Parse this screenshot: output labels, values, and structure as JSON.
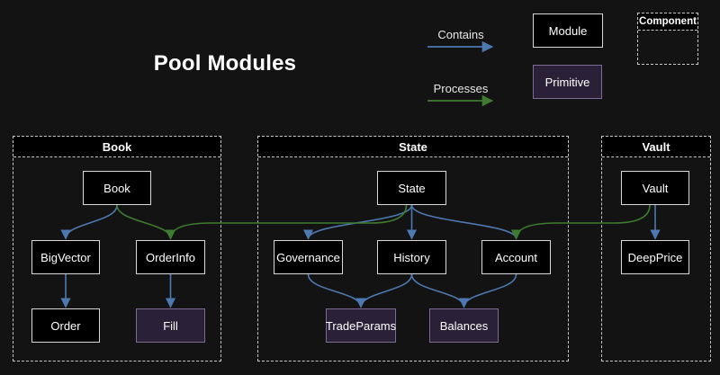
{
  "title": "Pool Modules",
  "legend": {
    "contains_label": "Contains",
    "processes_label": "Processes",
    "module_label": "Module",
    "primitive_label": "Primitive",
    "component_label": "Component"
  },
  "clusters": [
    {
      "title": "Book",
      "nodes": [
        {
          "id": "book",
          "label": "Book",
          "type": "module"
        },
        {
          "id": "big_vector",
          "label": "BigVector",
          "type": "module"
        },
        {
          "id": "order_info",
          "label": "OrderInfo",
          "type": "module"
        },
        {
          "id": "order",
          "label": "Order",
          "type": "module"
        },
        {
          "id": "fill",
          "label": "Fill",
          "type": "primitive"
        }
      ]
    },
    {
      "title": "State",
      "nodes": [
        {
          "id": "state",
          "label": "State",
          "type": "module"
        },
        {
          "id": "governance",
          "label": "Governance",
          "type": "module"
        },
        {
          "id": "history",
          "label": "History",
          "type": "module"
        },
        {
          "id": "account",
          "label": "Account",
          "type": "module"
        },
        {
          "id": "trade_params",
          "label": "TradeParams",
          "type": "primitive"
        },
        {
          "id": "balances",
          "label": "Balances",
          "type": "primitive"
        }
      ]
    },
    {
      "title": "Vault",
      "nodes": [
        {
          "id": "vault",
          "label": "Vault",
          "type": "module"
        },
        {
          "id": "deep_price",
          "label": "DeepPrice",
          "type": "module"
        }
      ]
    }
  ],
  "edges": [
    {
      "from": "book",
      "to": "big_vector",
      "type": "contains"
    },
    {
      "from": "big_vector",
      "to": "order",
      "type": "contains"
    },
    {
      "from": "order_info",
      "to": "fill",
      "type": "contains"
    },
    {
      "from": "state",
      "to": "governance",
      "type": "contains"
    },
    {
      "from": "state",
      "to": "history",
      "type": "contains"
    },
    {
      "from": "state",
      "to": "account",
      "type": "contains"
    },
    {
      "from": "governance",
      "to": "trade_params",
      "type": "contains"
    },
    {
      "from": "history",
      "to": "trade_params",
      "type": "contains"
    },
    {
      "from": "history",
      "to": "balances",
      "type": "contains"
    },
    {
      "from": "account",
      "to": "balances",
      "type": "contains"
    },
    {
      "from": "vault",
      "to": "deep_price",
      "type": "contains"
    },
    {
      "from": "book",
      "to": "order_info",
      "type": "processes"
    },
    {
      "from": "state",
      "to": "order_info",
      "type": "processes"
    },
    {
      "from": "vault",
      "to": "account",
      "type": "processes"
    }
  ],
  "colors": {
    "background": "#131313",
    "module_fill": "#000000",
    "module_border": "#d8d8d8",
    "primitive_fill": "#2a2037",
    "primitive_border": "#7d6b96",
    "cluster_border": "#c9c9c9",
    "contains_arrow": "#4d79b0",
    "processes_arrow": "#3e7c2f",
    "text": "#ffffff"
  }
}
